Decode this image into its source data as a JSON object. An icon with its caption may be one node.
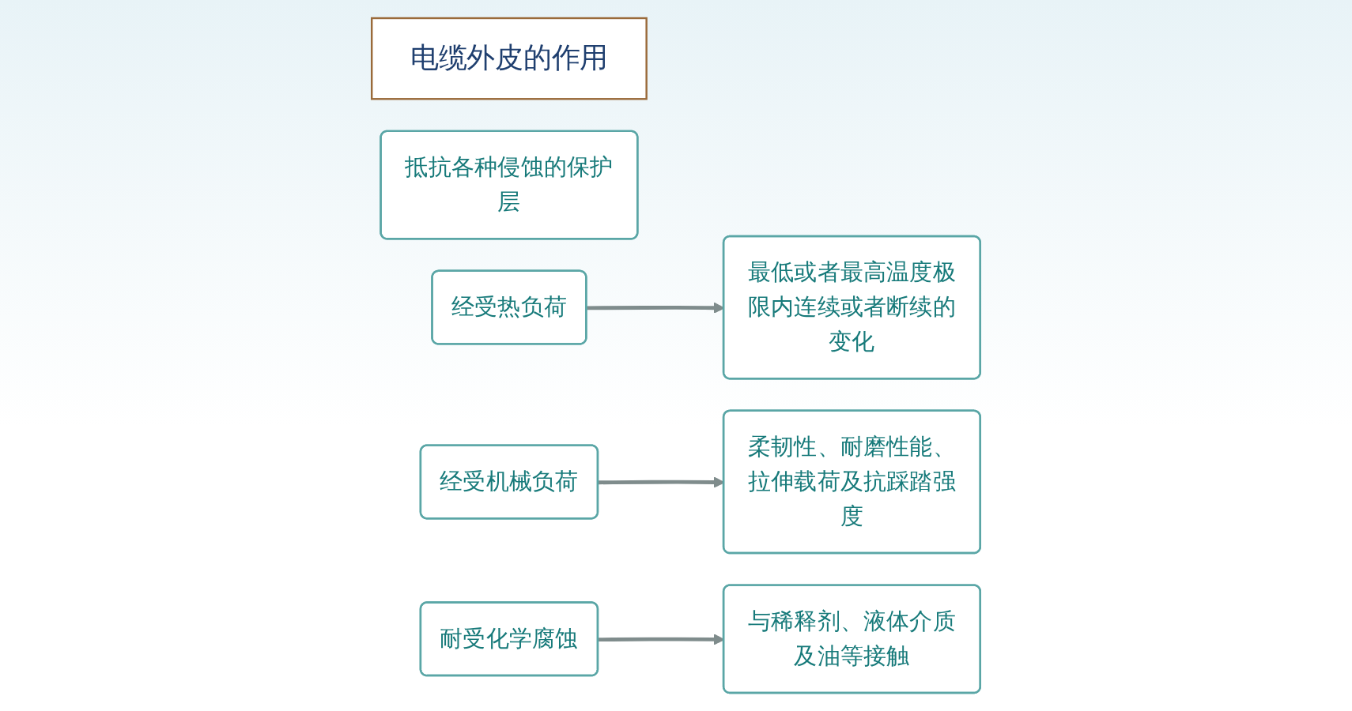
{
  "diagram": {
    "nodes": [
      {
        "text": [
          "电缆外皮的作用"
        ]
      },
      {
        "text": [
          "抵抗各种侵蚀的保护层"
        ]
      },
      {
        "text": [
          "经受热负荷"
        ]
      },
      {
        "text": [
          "经受机械负荷"
        ]
      },
      {
        "text": [
          "耐受化学腐蚀"
        ]
      },
      {
        "text": [
          "最低或者最高温度极限内连续或者断续的变化"
        ]
      },
      {
        "text": [
          "柔韧性、耐磨性能、拉伸载荷及抗踩踏强度"
        ]
      },
      {
        "text": [
          "与稀释剂、液体介质及油等接触"
        ]
      }
    ],
    "edges": [
      {
        "from": 2,
        "to": 5,
        "arrow": "to"
      },
      {
        "from": 3,
        "to": 6,
        "arrow": "to"
      },
      {
        "from": 4,
        "to": 7,
        "arrow": "to"
      }
    ]
  }
}
